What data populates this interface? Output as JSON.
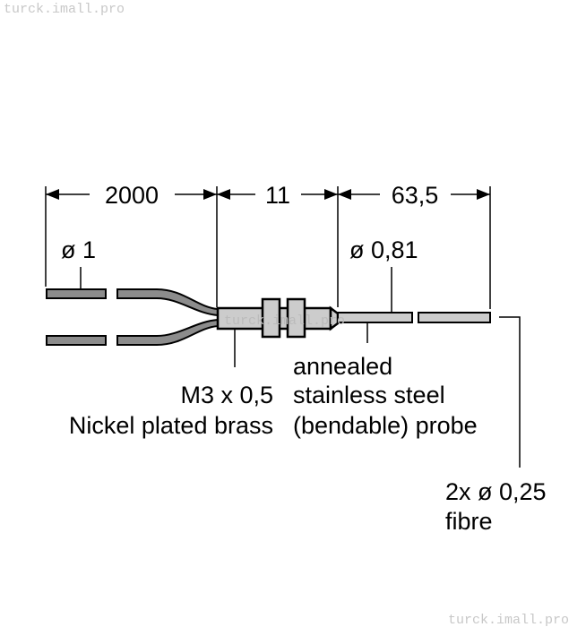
{
  "watermark": "turck.imall.pro",
  "dimensions": {
    "cable_length": "2000",
    "housing_length": "11",
    "probe_length": "63,5"
  },
  "labels": {
    "cable_diameter": "ø 1",
    "probe_diameter": "ø 0,81",
    "thread_line1": "M3 x 0,5",
    "thread_line2": "Nickel plated brass",
    "probe_line1": "annealed",
    "probe_line2": "stainless steel",
    "probe_line3": "(bendable) probe",
    "fibre_line1": "2x ø 0,25",
    "fibre_line2": "fibre"
  },
  "colors": {
    "cable": "#8c8c8c",
    "body": "#cccccc",
    "outline": "#000000"
  }
}
